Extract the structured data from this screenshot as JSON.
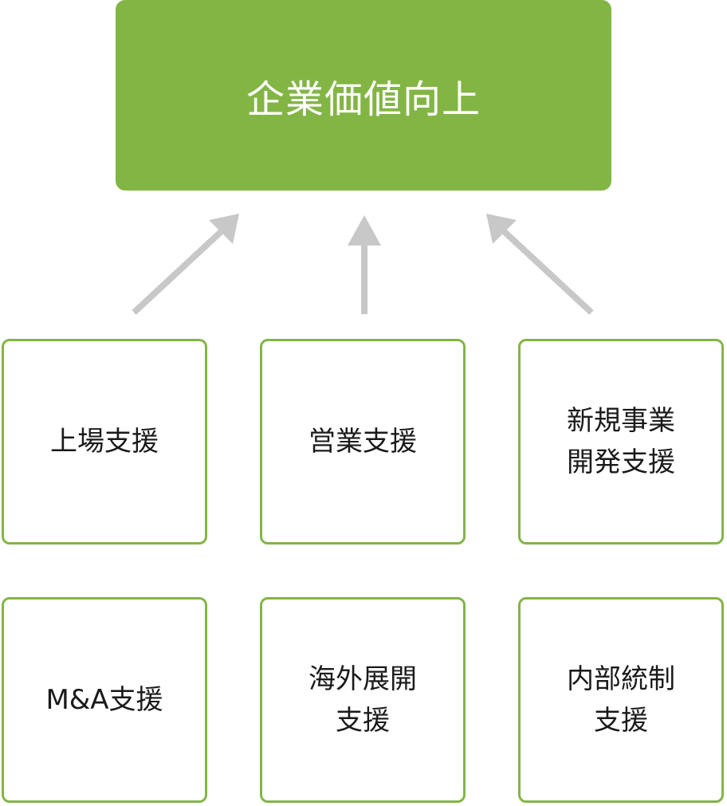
{
  "diagram": {
    "top": {
      "label": "企業価値向上"
    },
    "cards": [
      {
        "lines": [
          "上場支援"
        ]
      },
      {
        "lines": [
          "営業支援"
        ]
      },
      {
        "lines": [
          "新規事業",
          "開発支援"
        ]
      },
      {
        "lines": [
          "M&A支援"
        ]
      },
      {
        "lines": [
          "海外展開",
          "支援"
        ]
      },
      {
        "lines": [
          "内部統制",
          "支援"
        ]
      }
    ]
  },
  "colors": {
    "accent": "#83b545",
    "arrow": "#c8c8c8",
    "text": "#1a1a1a",
    "top_text": "#ffffff"
  }
}
